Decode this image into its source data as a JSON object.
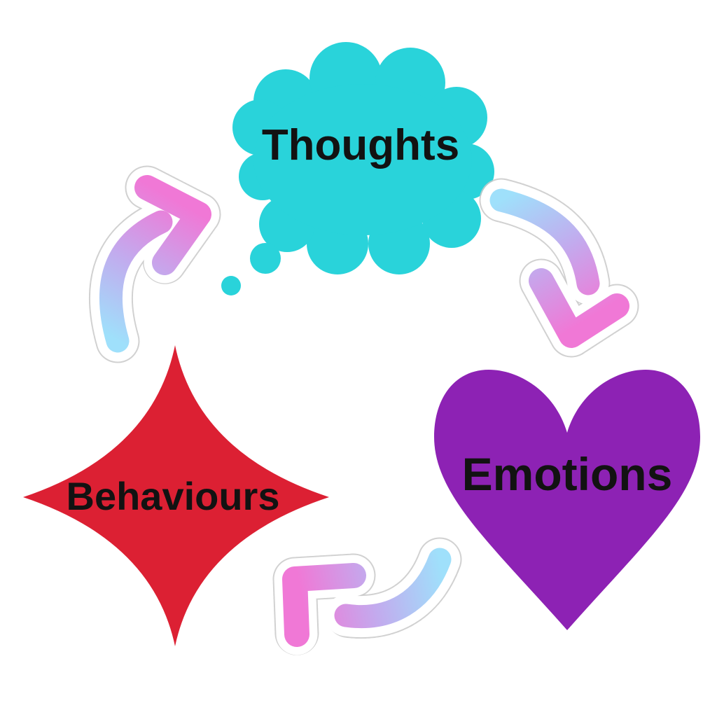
{
  "diagram": {
    "background_color": "#ffffff",
    "description": "Cycle diagram linking Thoughts, Emotions and Behaviours with curved gradient sticker arrows",
    "nodes": [
      {
        "label": "Thoughts",
        "shape": "thought-bubble",
        "fill": "#29d3da",
        "text_color": "#121212"
      },
      {
        "label": "Emotions",
        "shape": "heart",
        "fill": "#8d22b4",
        "text_color": "#121212"
      },
      {
        "label": "Behaviours",
        "shape": "four-pointed-star",
        "fill": "#dc2033",
        "text_color": "#121212"
      }
    ],
    "arrows": [
      {
        "from": "Behaviours",
        "to": "Thoughts",
        "position": "upper-left",
        "style": "sticker with white border and dotted outline",
        "gradient": {
          "start": "#9fe0fb",
          "mid": "#c2abee",
          "end": "#f078d6"
        }
      },
      {
        "from": "Thoughts",
        "to": "Emotions",
        "position": "upper-right",
        "style": "sticker with white border and dotted outline",
        "gradient": {
          "start": "#9fe0fb",
          "mid": "#c2abee",
          "end": "#f078d6"
        }
      },
      {
        "from": "Emotions",
        "to": "Behaviours",
        "position": "bottom",
        "style": "sticker with white border and dotted outline",
        "gradient": {
          "start": "#9fe0fb",
          "mid": "#c2abee",
          "end": "#f078d6"
        }
      }
    ]
  }
}
